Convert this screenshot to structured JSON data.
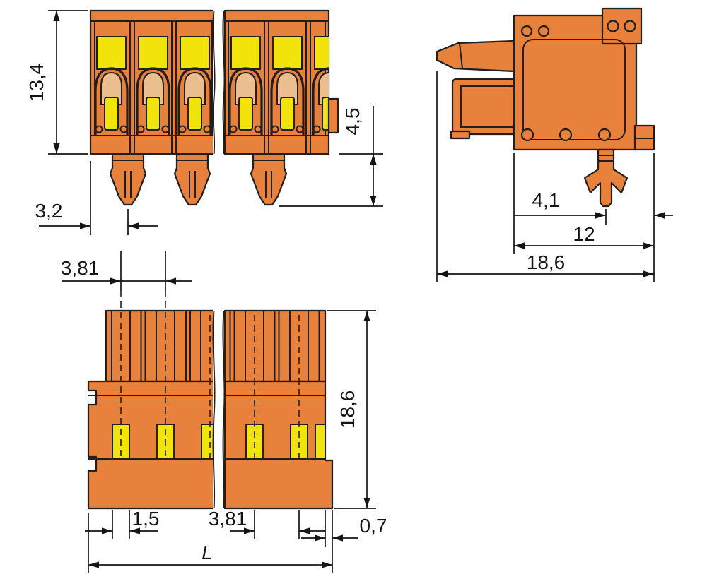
{
  "diagram": {
    "colors": {
      "body": "#E8813C",
      "yellow": "#F2E30B",
      "tan": "#EBBE8F",
      "line": "#1F1F1F",
      "dim": "#141414"
    },
    "dims": {
      "front_height": "13,4",
      "front_edge_to_foot": "3,2",
      "front_foot_protrusion": "4,5",
      "pitch_upper": "3,81",
      "side_foot_to_edge": "4,1",
      "side_depth": "12",
      "side_total_depth": "18,6",
      "bottom_height": "18,6",
      "bottom_slot_width": "1,5",
      "pitch_lower": "3,81",
      "bottom_latch": "0,7",
      "bottom_total_length": "L"
    }
  }
}
